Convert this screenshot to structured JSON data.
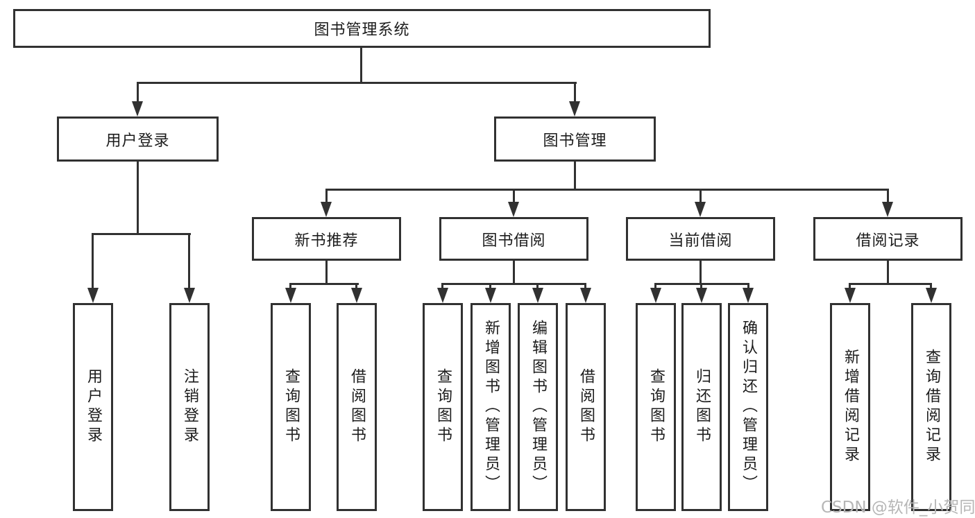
{
  "diagram": {
    "root": "图书管理系统",
    "branches": [
      {
        "label": "用户登录",
        "children": [
          "用户登录",
          "注销登录"
        ]
      },
      {
        "label": "图书管理",
        "children": [
          {
            "label": "新书推荐",
            "children": [
              "查询图书",
              "借阅图书"
            ]
          },
          {
            "label": "图书借阅",
            "children": [
              "查询图书",
              "新增图书（管理员）",
              "编辑图书（管理员）",
              "借阅图书"
            ]
          },
          {
            "label": "当前借阅",
            "children": [
              "查询图书",
              "归还图书",
              "确认归还（管理员）"
            ]
          },
          {
            "label": "借阅记录",
            "children": [
              "新增借阅记录",
              "查询借阅记录"
            ]
          }
        ]
      }
    ]
  },
  "watermark": "CSDN @软件_小贺同学",
  "colors": {
    "line": "#313131",
    "text": "#1c1c1c",
    "watermark": "#b6b6b6",
    "background": "#ffffff"
  }
}
